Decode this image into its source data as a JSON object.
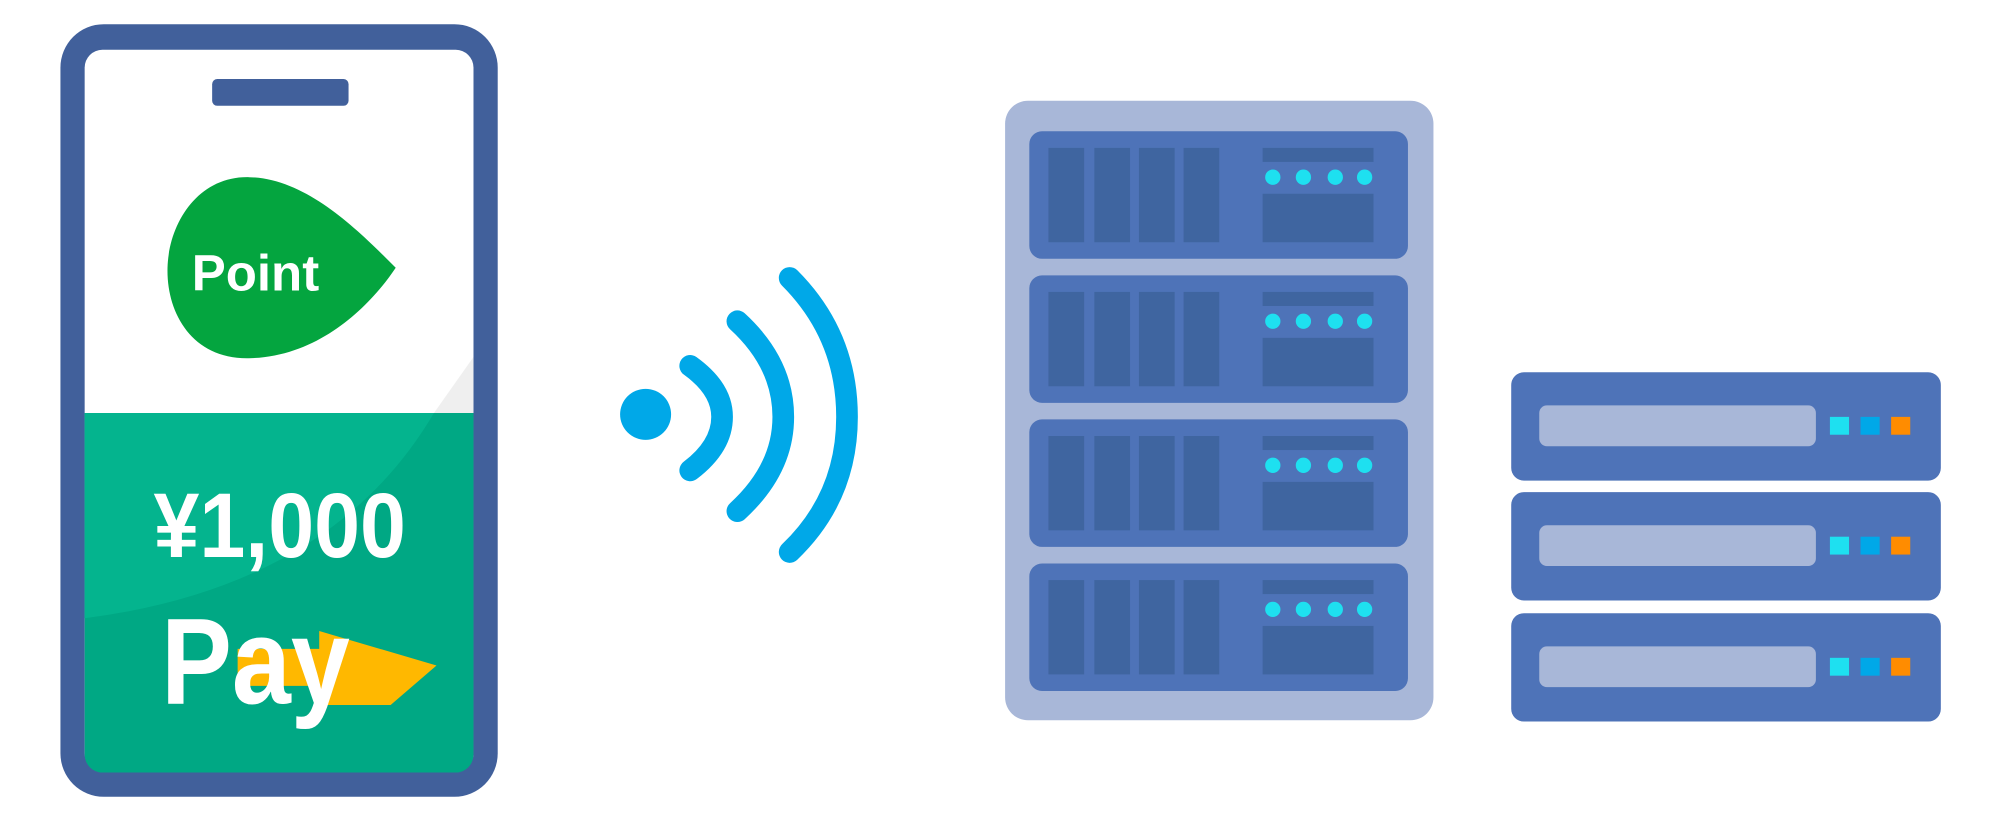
{
  "phone": {
    "logo_text": "Point",
    "amount": "¥1,000",
    "pay_label": "Pay"
  },
  "colors": {
    "phone_frame": "#41609b",
    "card_green": "#00a884",
    "logo_green": "#04a53f",
    "arrow_yellow": "#ffb800",
    "signal_blue": "#00a8e8",
    "server_body": "#4e73b8",
    "server_dark": "#3f65a0",
    "rack_bg": "#a8b7d8",
    "led_cyan": "#1ee0f0",
    "led_orange": "#ff8c00"
  }
}
